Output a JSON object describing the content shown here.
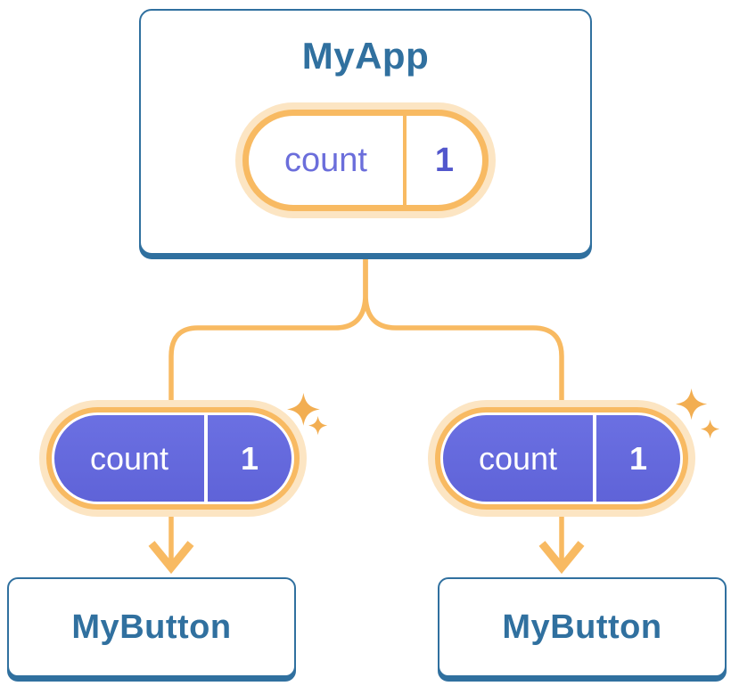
{
  "colors": {
    "blue": "#30709f",
    "connector_orange": "#f8ba62",
    "pill_glow": "#fce5c3",
    "sparkle_orange": "#f2ae52",
    "state_purple": "#5f63d8",
    "state_purple_light": "#6b70e2",
    "purple_text": "#6b6edb",
    "value_purple": "#5257cc"
  },
  "tree": {
    "root": {
      "title": "MyApp",
      "state": {
        "name": "count",
        "value": "1"
      }
    },
    "children": [
      {
        "title": "MyButton",
        "prop": {
          "name": "count",
          "value": "1"
        }
      },
      {
        "title": "MyButton",
        "prop": {
          "name": "count",
          "value": "1"
        }
      }
    ]
  }
}
